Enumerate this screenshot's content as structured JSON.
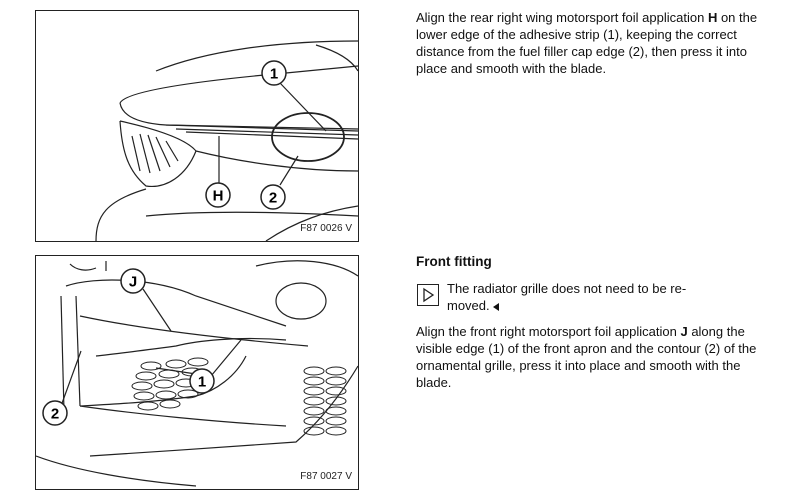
{
  "figure1": {
    "code": "F87 0026 V",
    "callouts": [
      "1",
      "H",
      "2"
    ]
  },
  "figure2": {
    "code": "F87 0027 V",
    "callouts": [
      "J",
      "1",
      "2"
    ]
  },
  "step1": {
    "pre": "Align the rear right wing motorsport foil application ",
    "bold": "H",
    "post": " on the lower edge of the adhesive strip (1), keeping the correct distance from the fuel filler cap edge (2), then press it into place and smooth with the blade."
  },
  "front": {
    "heading": "Front fitting",
    "note": "The radiator grille does not need to be re-moved.",
    "pre": "Align the front right motorsport foil application ",
    "bold": "J",
    "post": " along the visible edge (1) of the front apron and the contour (2) of the ornamental grille, press it into place and smooth with the blade."
  }
}
